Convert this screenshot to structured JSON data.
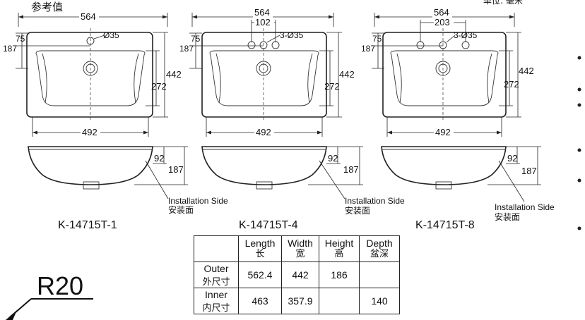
{
  "header": {
    "reference_label": "参考值",
    "unit_label": "单位: 毫米"
  },
  "diagrams": [
    {
      "model": "K-14715T-1",
      "top_width": "564",
      "hole_spacing": null,
      "hole_label": "Ø35",
      "dim_top_offset": "75",
      "dim_left_height": "187",
      "dim_depth": "442",
      "dim_basin_depth": "272",
      "dim_bottom_width": "492",
      "side_top_height": "92",
      "side_total_height": "187",
      "installation_label": "Installation Side",
      "installation_label_cn": "安装面"
    },
    {
      "model": "K-14715T-4",
      "top_width": "564",
      "hole_spacing": "102",
      "hole_label": "3-Ø35",
      "dim_top_offset": "75",
      "dim_left_height": "187",
      "dim_depth": "442",
      "dim_basin_depth": "272",
      "dim_bottom_width": "492",
      "side_top_height": "92",
      "side_total_height": "187",
      "installation_label": "Installation Side",
      "installation_label_cn": "安装面"
    },
    {
      "model": "K-14715T-8",
      "top_width": "564",
      "hole_spacing": "203",
      "hole_label": "3-Ø35",
      "dim_top_offset": "75",
      "dim_left_height": "187",
      "dim_depth": "442",
      "dim_basin_depth": "272",
      "dim_bottom_width": "492",
      "side_top_height": "92",
      "side_total_height": "187",
      "installation_label": "Installation Side",
      "installation_label_cn": "安装面"
    }
  ],
  "table": {
    "headers": [
      {
        "en": "",
        "cn": ""
      },
      {
        "en": "Length",
        "cn": "长"
      },
      {
        "en": "Width",
        "cn": "宽"
      },
      {
        "en": "Height",
        "cn": "高"
      },
      {
        "en": "Depth",
        "cn": "盆深"
      }
    ],
    "rows": [
      {
        "label_en": "Outer",
        "label_cn": "外尺寸",
        "values": [
          "562.4",
          "442",
          "186",
          ""
        ]
      },
      {
        "label_en": "Inner",
        "label_cn": "内尺寸",
        "values": [
          "463",
          "357.9",
          "",
          "140"
        ]
      }
    ]
  },
  "corner_label": "R20",
  "bullets_count": 6
}
